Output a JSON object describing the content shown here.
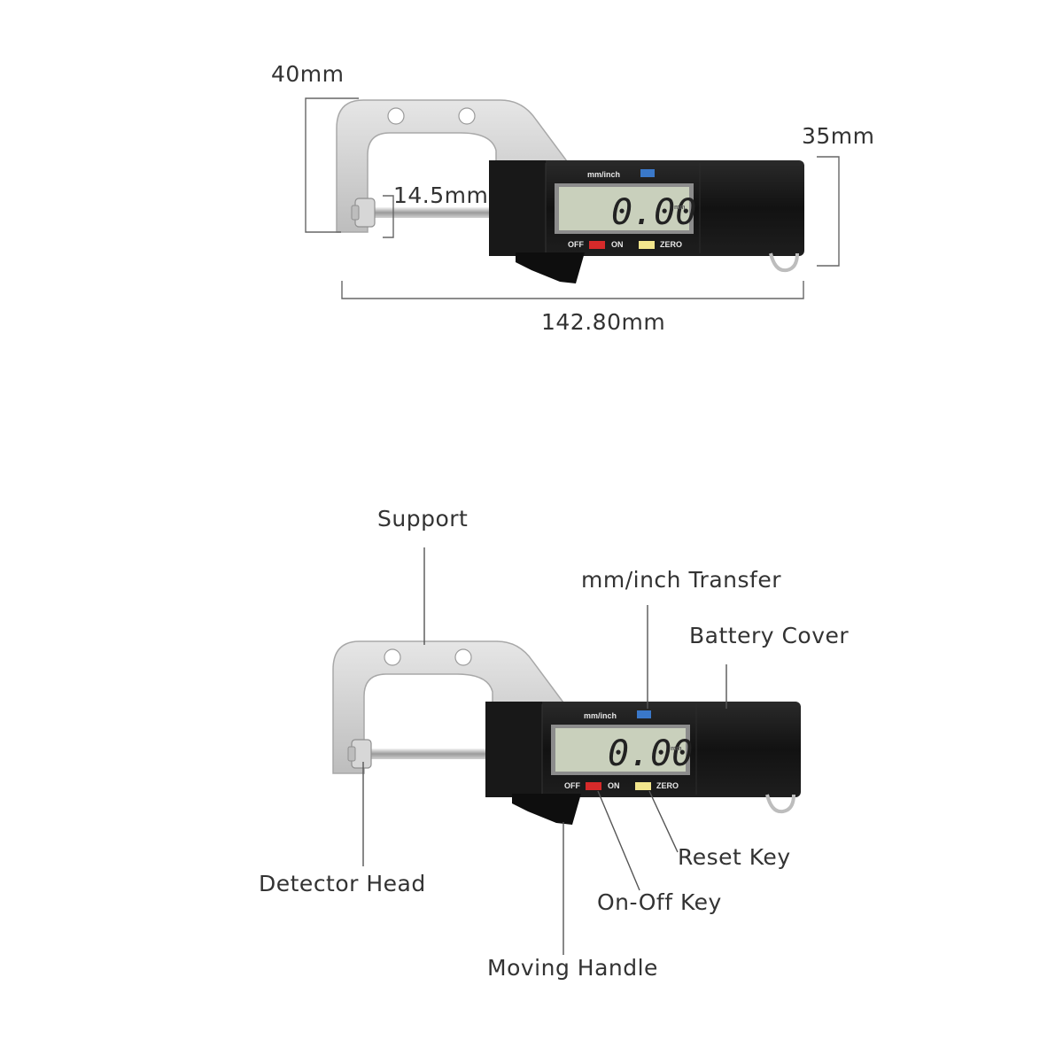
{
  "dimensions": {
    "height_label": "40mm",
    "gap_label": "14.5mm",
    "depth_label": "35mm",
    "length_label": "142.80mm"
  },
  "device": {
    "display_value": "0.00",
    "unit_button": "mm/inch",
    "off_label": "OFF",
    "on_label": "ON",
    "zero_label": "ZERO",
    "unit_indicator": "mm",
    "colors": {
      "body": "#151515",
      "frame": "#d4d4d4",
      "lcd": "#c9d0bc",
      "on_key": "#d62a2a",
      "zero_key": "#f2e58c",
      "unit_key": "#3a78c9"
    }
  },
  "callouts": {
    "support": "Support",
    "transfer": "mm/inch Transfer",
    "battery": "Battery Cover",
    "detector": "Detector Head",
    "reset": "Reset Key",
    "onoff": "On-Off Key",
    "handle": "Moving Handle"
  }
}
